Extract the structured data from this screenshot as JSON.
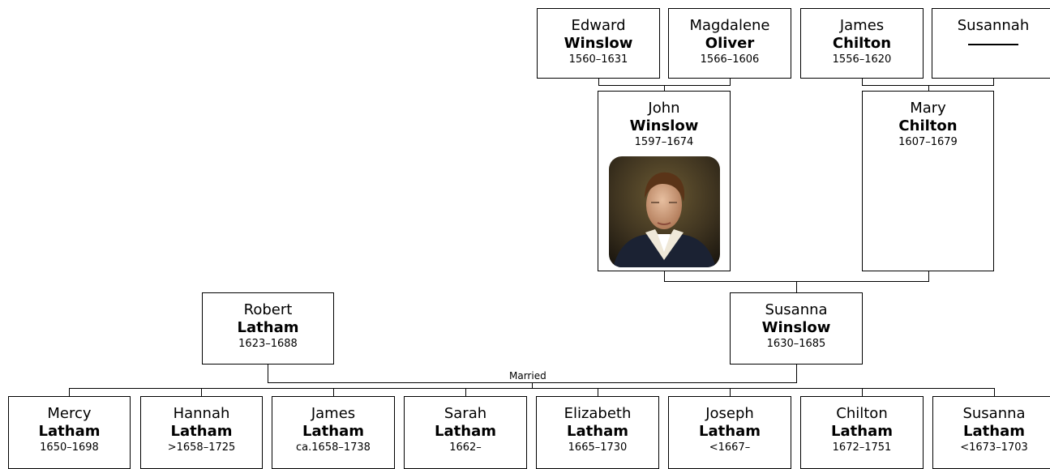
{
  "great_grandparents": [
    {
      "given": "Edward",
      "surname": "Winslow",
      "years": "1560–1631"
    },
    {
      "given": "Magdalene",
      "surname": "Oliver",
      "years": "1566–1606"
    },
    {
      "given": "James",
      "surname": "Chilton",
      "years": "1556–1620"
    },
    {
      "given": "Susannah",
      "surname": "",
      "years": ""
    }
  ],
  "grandparents": [
    {
      "given": "John",
      "surname": "Winslow",
      "years": "1597–1674",
      "portrait_icon": "portrait-image"
    },
    {
      "given": "Mary",
      "surname": "Chilton",
      "years": "1607–1679"
    }
  ],
  "parents": [
    {
      "given": "Robert",
      "surname": "Latham",
      "years": "1623–1688"
    },
    {
      "given": "Susanna",
      "surname": "Winslow",
      "years": "1630–1685"
    }
  ],
  "married_label": "Married",
  "children": [
    {
      "given": "Mercy",
      "surname": "Latham",
      "years": "1650–1698"
    },
    {
      "given": "Hannah",
      "surname": "Latham",
      "years": ">1658–1725"
    },
    {
      "given": "James",
      "surname": "Latham",
      "years": "ca.1658–1738"
    },
    {
      "given": "Sarah",
      "surname": "Latham",
      "years": "1662–"
    },
    {
      "given": "Elizabeth",
      "surname": "Latham",
      "years": "1665–1730"
    },
    {
      "given": "Joseph",
      "surname": "Latham",
      "years": "<1667–"
    },
    {
      "given": "Chilton",
      "surname": "Latham",
      "years": "1672–1751"
    },
    {
      "given": "Susanna",
      "surname": "Latham",
      "years": "<1673–1703"
    }
  ]
}
